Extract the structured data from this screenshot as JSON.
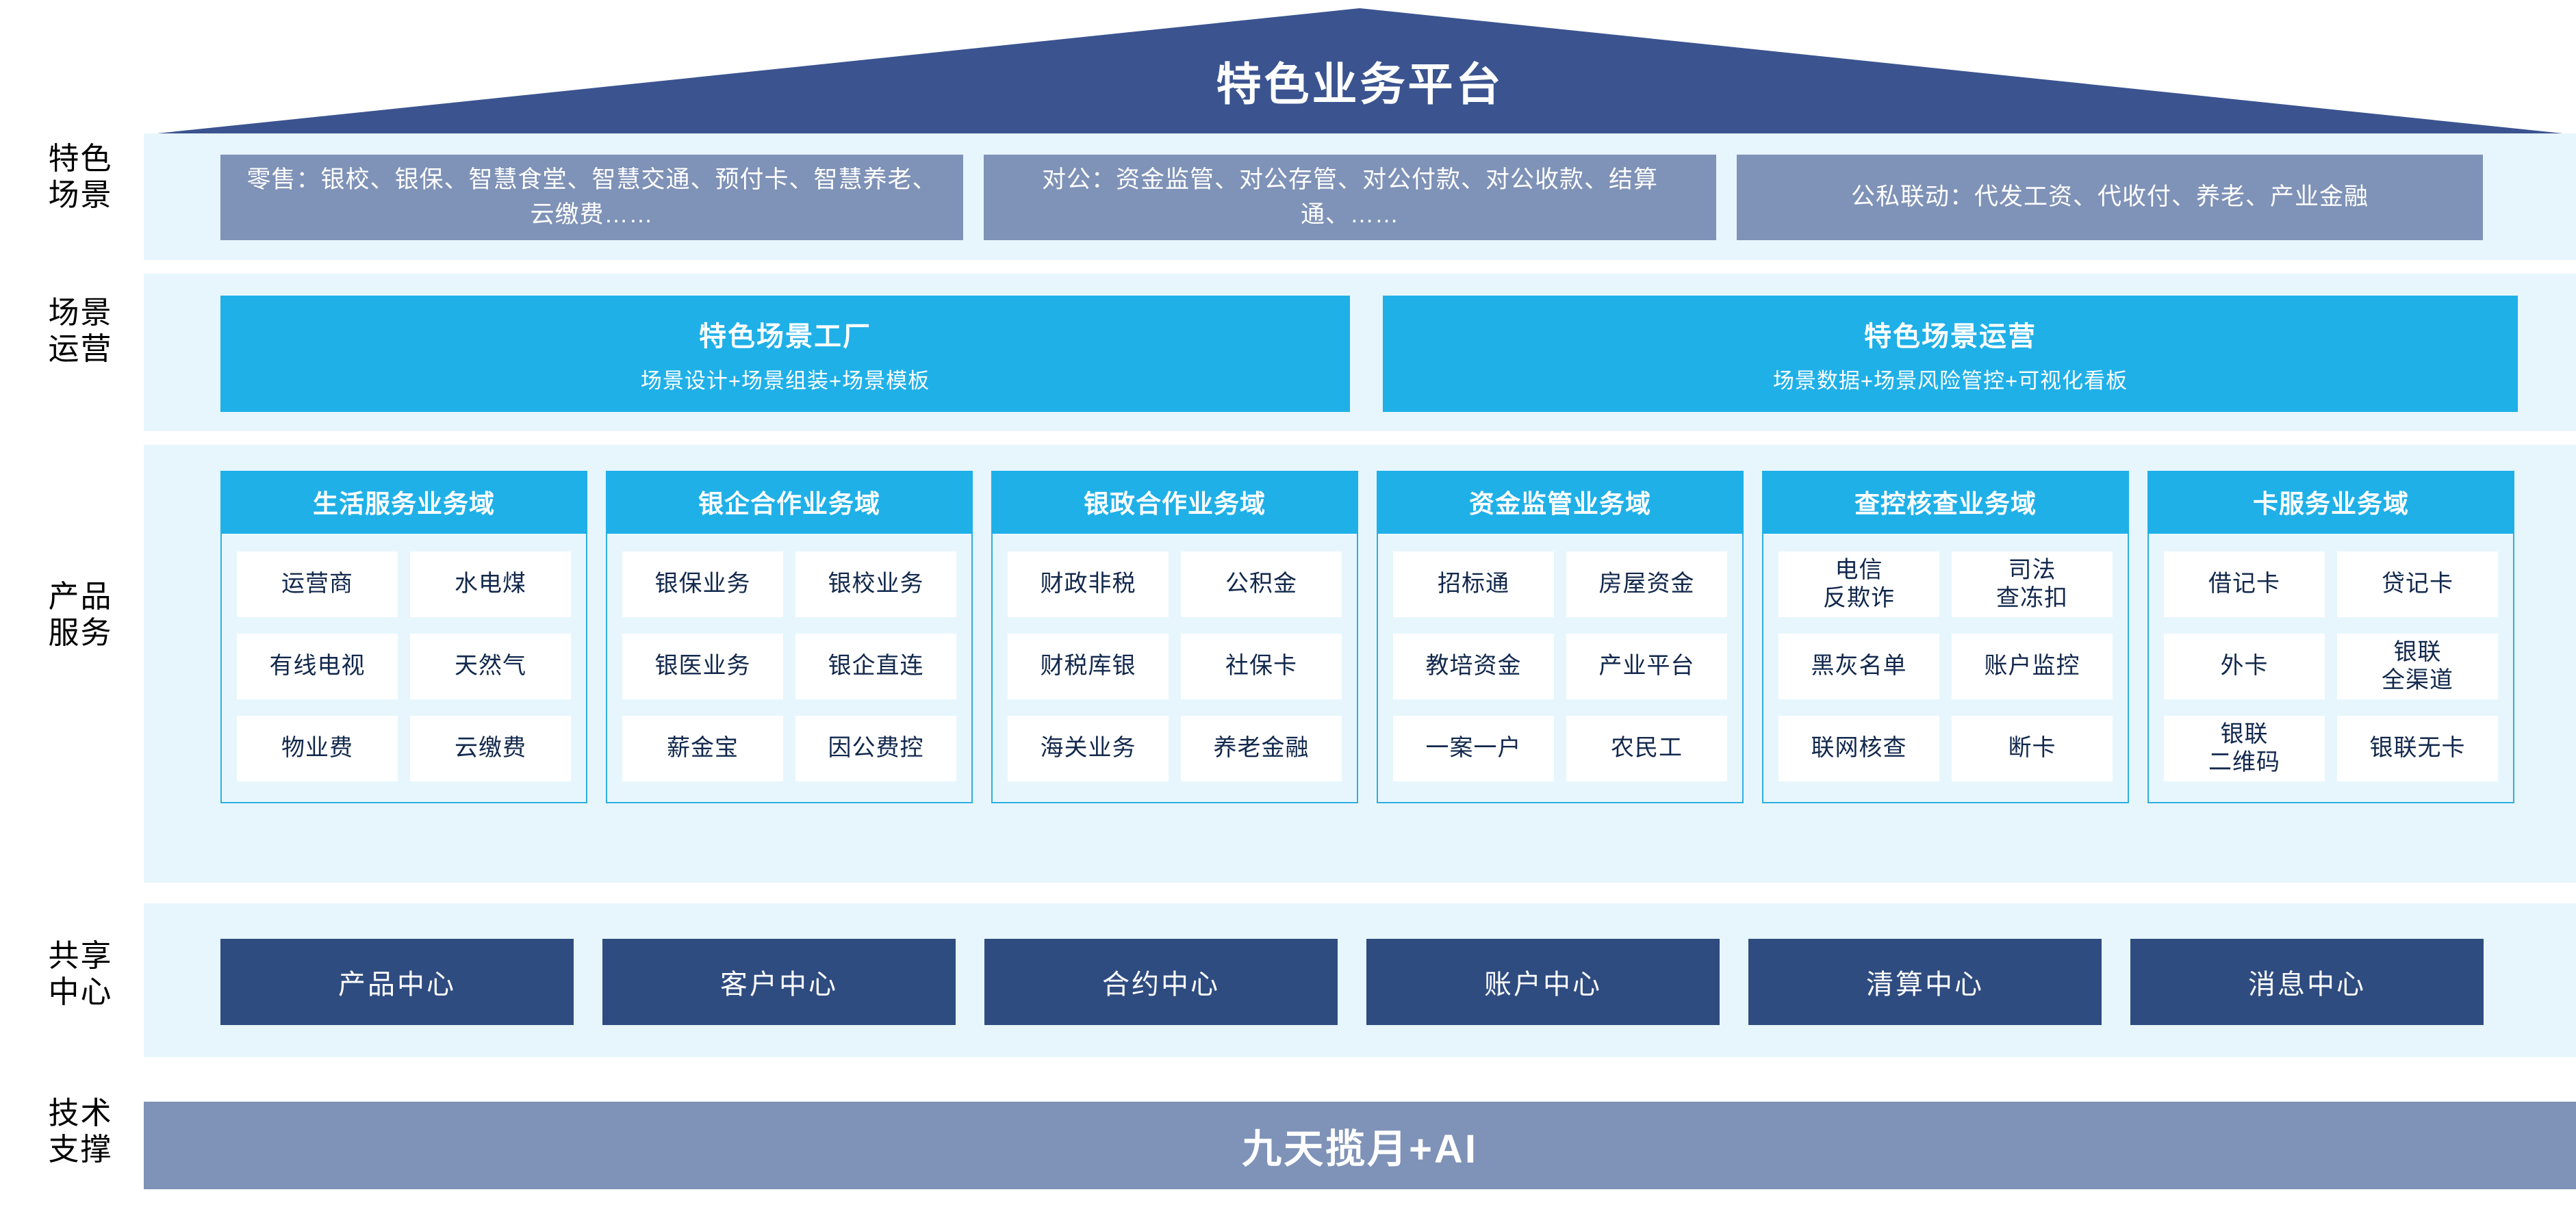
{
  "title": "特色业务平台",
  "rails": [
    {
      "key": "scenarios",
      "label": "特色\n场景"
    },
    {
      "key": "operations",
      "label": "场景\n运营"
    },
    {
      "key": "products",
      "label": "产品\n服务"
    },
    {
      "key": "centers",
      "label": "共享\n中心"
    },
    {
      "key": "tech",
      "label": "技术\n支撑"
    }
  ],
  "rail_labels": {
    "scenarios_l1": "特色",
    "scenarios_l2": "场景",
    "operations_l1": "场景",
    "operations_l2": "运营",
    "products_l1": "产品",
    "products_l2": "服务",
    "centers_l1": "共享",
    "centers_l2": "中心",
    "tech_l1": "技术",
    "tech_l2": "支撑"
  },
  "scenarios": [
    {
      "label": "零售：银校、银保、智慧食堂、智慧交通、预付卡、智慧养老、云缴费……"
    },
    {
      "label": "对公：资金监管、对公存管、对公付款、对公收款、结算通、……"
    },
    {
      "label": "公私联动：代发工资、代收付、养老、产业金融"
    }
  ],
  "operations": [
    {
      "title": "特色场景工厂",
      "subtitle": "场景设计+场景组装+场景模板"
    },
    {
      "title": "特色场景运营",
      "subtitle": "场景数据+场景风险管控+可视化看板"
    }
  ],
  "domains": [
    {
      "header": "生活服务业务域",
      "items": [
        "运营商",
        "水电煤",
        "有线电视",
        "天然气",
        "物业费",
        "云缴费"
      ]
    },
    {
      "header": "银企合作业务域",
      "items": [
        "银保业务",
        "银校业务",
        "银医业务",
        "银企直连",
        "薪金宝",
        "因公费控"
      ]
    },
    {
      "header": "银政合作业务域",
      "items": [
        "财政非税",
        "公积金",
        "财税库银",
        "社保卡",
        "海关业务",
        "养老金融"
      ]
    },
    {
      "header": "资金监管业务域",
      "items": [
        "招标通",
        "房屋资金",
        "教培资金",
        "产业平台",
        "一案一户",
        "农民工"
      ]
    },
    {
      "header": "查控核查业务域",
      "items": [
        "电信\n反欺诈",
        "司法\n查冻扣",
        "黑灰名单",
        "账户监控",
        "联网核查",
        "断卡"
      ]
    },
    {
      "header": "卡服务业务域",
      "items": [
        "借记卡",
        "贷记卡",
        "外卡",
        "银联\n全渠道",
        "银联\n二维码",
        "银联无卡"
      ]
    }
  ],
  "centers": [
    {
      "label": "产品中心"
    },
    {
      "label": "客户中心"
    },
    {
      "label": "合约中心"
    },
    {
      "label": "账户中心"
    },
    {
      "label": "清算中心"
    },
    {
      "label": "消息中心"
    }
  ],
  "tech_support": {
    "label": "九天揽月+AI"
  },
  "colors": {
    "roof": "#3b5490",
    "scenario_box": "#7f92b7",
    "cyan": "#1fb0e8",
    "band_bg": "#e7f6fd",
    "center_box": "#2f4c80",
    "tech_bar": "#7f92b7",
    "cell_text": "#12284c",
    "border": "#2eafdf"
  }
}
